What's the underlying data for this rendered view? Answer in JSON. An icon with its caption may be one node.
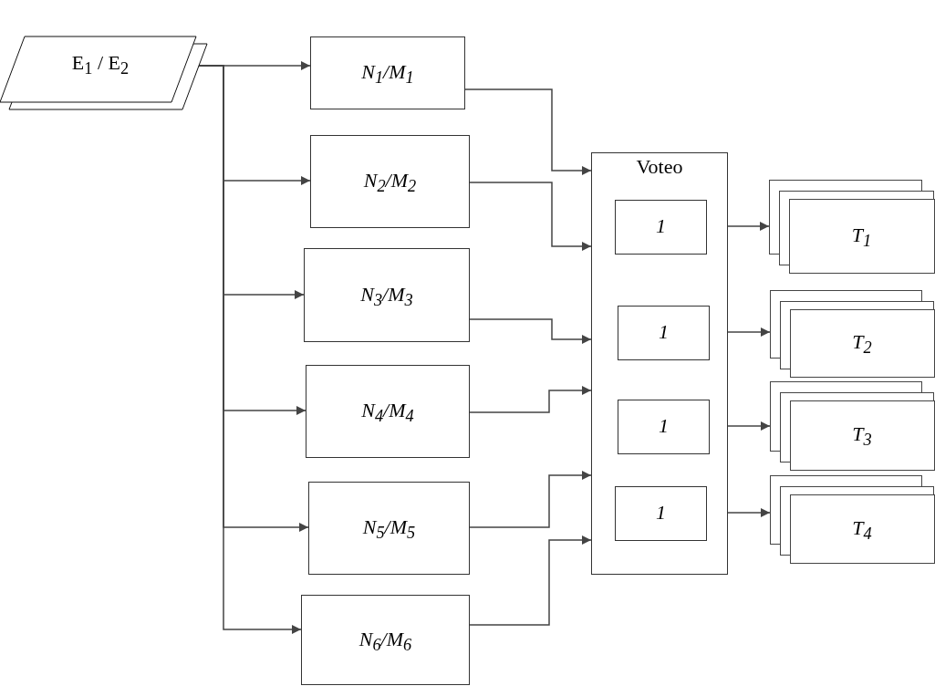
{
  "diagram": {
    "nodes": [
      {
        "text": [
          "E$_{1}$ / E$_{2}$"
        ]
      },
      {
        "text": [
          "N$_{1}$/M$_{1}$"
        ]
      },
      {
        "text": [
          "N$_{2}$/M$_{2}$"
        ]
      },
      {
        "text": [
          "N$_{3}$/M$_{3}$"
        ]
      },
      {
        "text": [
          "N$_{4}$/M$_{4}$"
        ]
      },
      {
        "text": [
          "N$_{5}$/M$_{5}$"
        ]
      },
      {
        "text": [
          "N$_{6}$/M$_{6}$"
        ]
      },
      {
        "text": [
          "Voteo"
        ]
      },
      {
        "text": [
          "1"
        ],
        "in": 7
      },
      {
        "text": [
          "1"
        ],
        "in": 7
      },
      {
        "text": [
          "1"
        ],
        "in": 7
      },
      {
        "text": [
          "1"
        ],
        "in": 7
      },
      {
        "text": [
          "T$_{1}$"
        ]
      },
      {
        "text": [
          "T$_{2}$"
        ]
      },
      {
        "text": [
          "T$_{3}$"
        ]
      },
      {
        "text": [
          "T$_{4}$"
        ]
      }
    ],
    "edges": [
      {
        "from": 0,
        "to": 1,
        "arrow": "to"
      },
      {
        "from": 0,
        "to": 2,
        "arrow": "to"
      },
      {
        "from": 0,
        "to": 3,
        "arrow": "to"
      },
      {
        "from": 0,
        "to": 4,
        "arrow": "to"
      },
      {
        "from": 0,
        "to": 5,
        "arrow": "to"
      },
      {
        "from": 0,
        "to": 6,
        "arrow": "to"
      },
      {
        "from": 1,
        "to": 7,
        "arrow": "to"
      },
      {
        "from": 2,
        "to": 7,
        "arrow": "to"
      },
      {
        "from": 3,
        "to": 7,
        "arrow": "to"
      },
      {
        "from": 4,
        "to": 7,
        "arrow": "to"
      },
      {
        "from": 5,
        "to": 7,
        "arrow": "to"
      },
      {
        "from": 6,
        "to": 7,
        "arrow": "to"
      },
      {
        "from": 8,
        "to": 12,
        "arrow": "to"
      },
      {
        "from": 9,
        "to": 13,
        "arrow": "to"
      },
      {
        "from": 10,
        "to": 14,
        "arrow": "to"
      },
      {
        "from": 11,
        "to": 15,
        "arrow": "to"
      }
    ]
  }
}
